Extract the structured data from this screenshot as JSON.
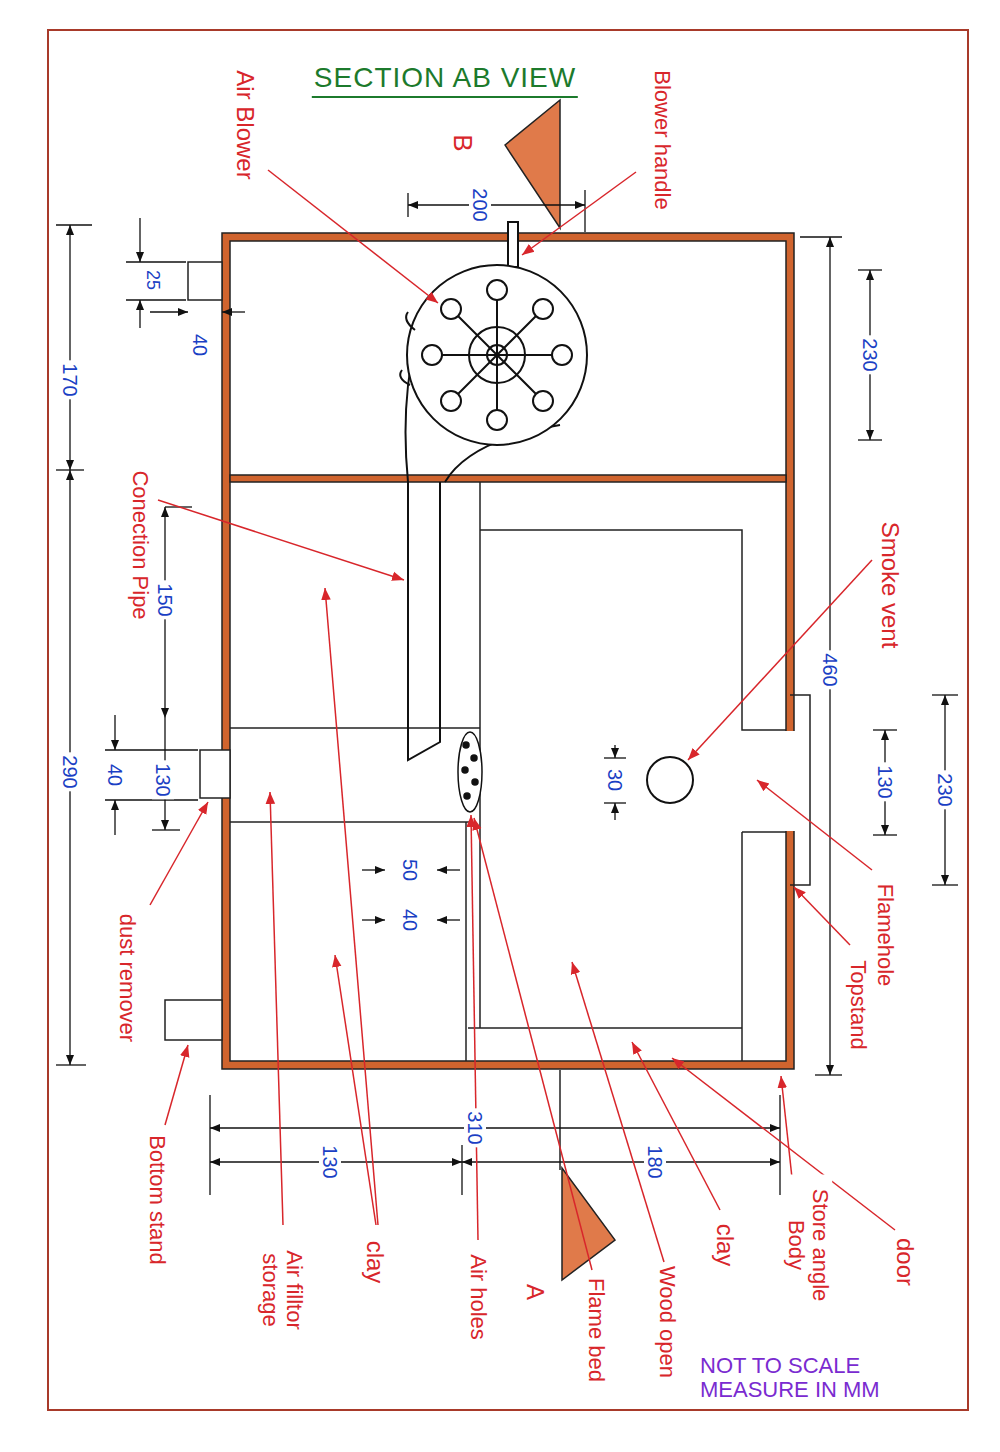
{
  "diagram": {
    "title": "SECTION AB VIEW",
    "labels": [
      "Air Blower",
      "B",
      "Blower handle",
      "200",
      "25",
      "40",
      "170",
      "Conection Pipe",
      "150",
      "40",
      "130",
      "290",
      "dust remover",
      "Bottom stand",
      "230",
      "460",
      "Smoke vent",
      "30",
      "130",
      "230",
      "Flamehole",
      "Topstand",
      "50",
      "40",
      "310",
      "130",
      "180",
      "Air filltor storage",
      "clay",
      "Air holes",
      "A",
      "Flame bed",
      "Wood open",
      "clay",
      "Store angle Body",
      "door",
      "NOT TO SCALE MEASURE IN MM"
    ]
  }
}
